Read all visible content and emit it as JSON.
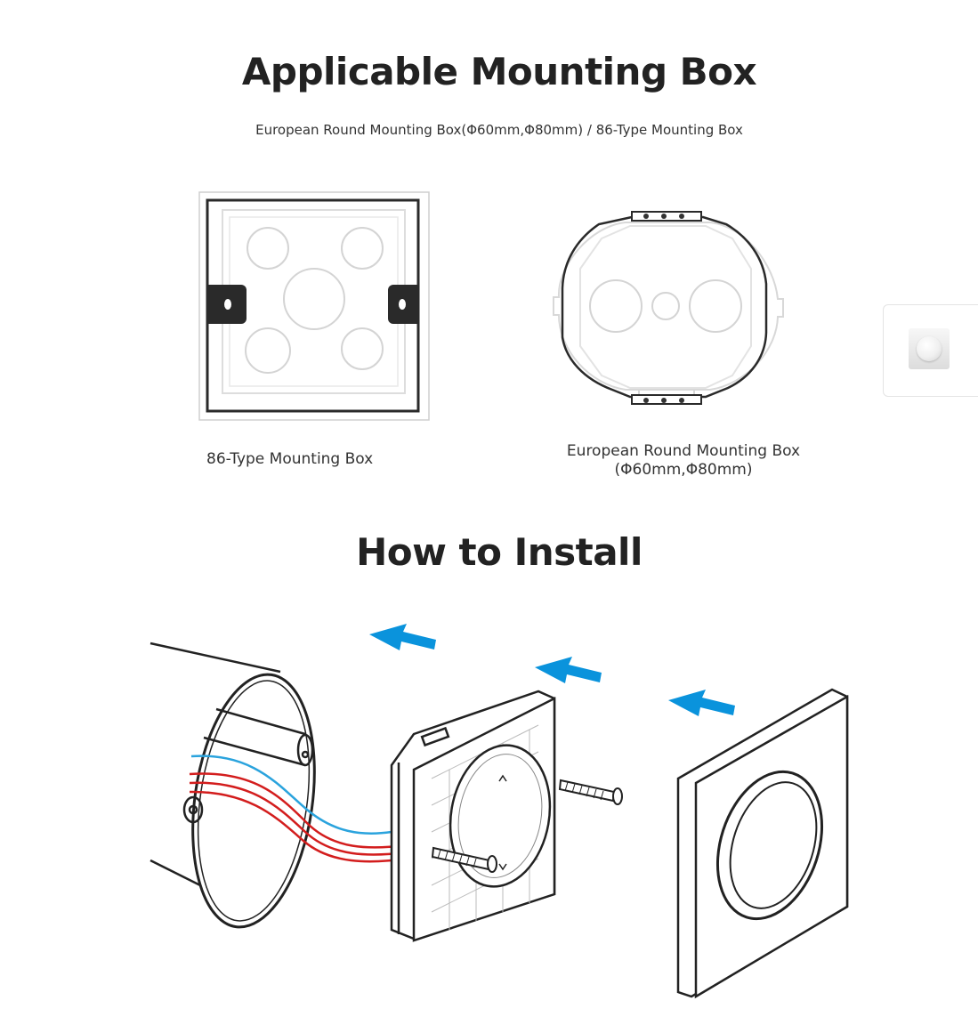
{
  "section_mount": {
    "title": "Applicable Mounting Box",
    "subtitle": "European Round Mounting Box(Φ60mm,Φ80mm) / 86-Type Mounting Box",
    "box_86": {
      "caption": "86-Type Mounting Box"
    },
    "box_eu": {
      "caption_line1": "European Round Mounting Box",
      "caption_line2": "(Φ60mm,Φ80mm)"
    }
  },
  "section_install": {
    "title": "How to Install"
  },
  "colors": {
    "arrow": "#0a93dc",
    "wire_red": "#d31d1d",
    "wire_blue": "#2aa3dd",
    "line": "#222222",
    "light_line": "#cccccc"
  },
  "icons": {
    "side_thumbnail": "dimmer-switch-thumbnail"
  }
}
